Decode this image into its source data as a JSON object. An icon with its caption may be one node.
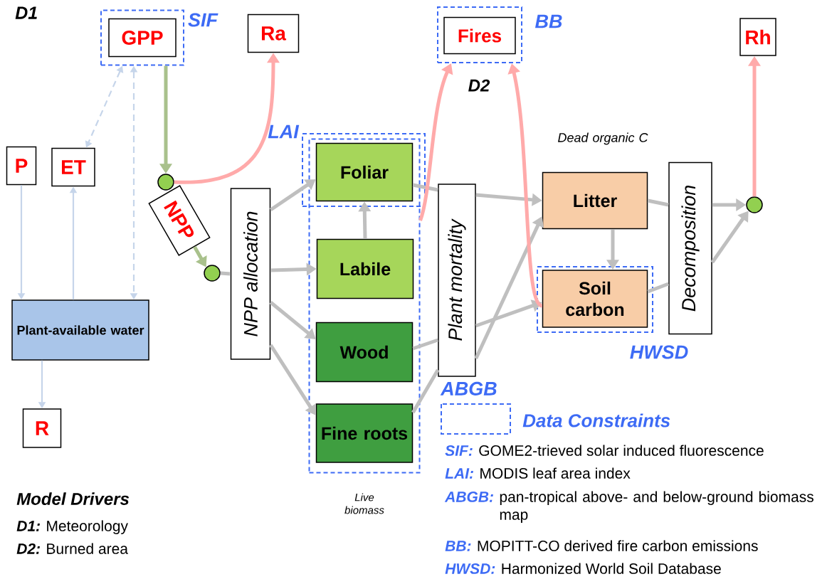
{
  "diagram": {
    "nodes": [
      {
        "text": [],
        "shape": "box",
        "beside": [
          "SIF"
        ]
      },
      {
        "text": [
          "GPP"
        ],
        "in": 0
      },
      {
        "text": [
          "Ra"
        ]
      },
      {
        "text": [
          "P"
        ]
      },
      {
        "text": [
          "ET"
        ]
      },
      {
        "text": [
          "Plant-available water"
        ]
      },
      {
        "text": [
          "R"
        ]
      },
      {
        "text": [
          "NPP"
        ]
      },
      {
        "text": [],
        "shape": "circle"
      },
      {
        "text": [],
        "shape": "circle"
      },
      {
        "text": [
          "NPP allocation"
        ]
      },
      {
        "text": [],
        "shape": "box",
        "beside": [
          "LAI"
        ]
      },
      {
        "text": [],
        "shape": "box",
        "beside": [
          "Live biomass"
        ]
      },
      {
        "text": [
          "Foliar"
        ],
        "in": 11
      },
      {
        "text": [
          "Labile"
        ],
        "in": 12
      },
      {
        "text": [
          "Wood"
        ],
        "in": 12
      },
      {
        "text": [
          "Fine roots"
        ],
        "in": 12
      },
      {
        "text": [
          "Plant mortality"
        ]
      },
      {
        "text": [],
        "shape": "box",
        "beside": [
          "BB",
          "D2"
        ]
      },
      {
        "text": [
          "Fires"
        ],
        "in": 18
      },
      {
        "text": [
          "Litter"
        ],
        "beside": [
          "Dead organic C"
        ]
      },
      {
        "text": [],
        "shape": "box",
        "beside": [
          "HWSD"
        ]
      },
      {
        "text": [
          "Soil carbon"
        ],
        "in": 21
      },
      {
        "text": [
          "Decomposition"
        ]
      },
      {
        "text": [],
        "shape": "circle"
      },
      {
        "text": [
          "Rh"
        ]
      }
    ],
    "edges": [
      {
        "from": 3,
        "to": 5,
        "arrow": "to",
        "color": "#c6d5ea"
      },
      {
        "from": 5,
        "to": 4,
        "arrow": "to",
        "color": "#c6d5ea"
      },
      {
        "from": 0,
        "to": 4,
        "arrow": "both",
        "style": "dashed",
        "color": "#c6d5ea"
      },
      {
        "from": 0,
        "to": 5,
        "arrow": "both",
        "style": "dashed",
        "color": "#c6d5ea"
      },
      {
        "from": 5,
        "to": 6,
        "arrow": "to",
        "color": "#c6d5ea"
      },
      {
        "from": 0,
        "to": 8,
        "arrow": "to",
        "color": "#a9c18c"
      },
      {
        "from": 8,
        "to": 2,
        "arrow": "to",
        "color": "#ffaaaa"
      },
      {
        "from": 7,
        "to": 9,
        "arrow": "to",
        "color": "#a9c18c"
      },
      {
        "from": 9,
        "to": 10,
        "arrow": "none"
      },
      {
        "from": 10,
        "to": 13,
        "arrow": "to"
      },
      {
        "from": 10,
        "to": 14,
        "arrow": "to"
      },
      {
        "from": 10,
        "to": 15,
        "arrow": "to"
      },
      {
        "from": 10,
        "to": 16,
        "arrow": "to"
      },
      {
        "from": 14,
        "to": 13,
        "arrow": "to"
      },
      {
        "from": 13,
        "to": 17,
        "arrow": "none"
      },
      {
        "from": 15,
        "to": 17,
        "arrow": "none"
      },
      {
        "from": 16,
        "to": 17,
        "arrow": "none"
      },
      {
        "from": 17,
        "to": 20,
        "arrow": "to"
      },
      {
        "from": 17,
        "to": 22,
        "arrow": "to"
      },
      {
        "from": 17,
        "to": 20,
        "arrow": "to"
      },
      {
        "from": 20,
        "to": 22,
        "arrow": "to"
      },
      {
        "from": 20,
        "to": 23,
        "arrow": "none"
      },
      {
        "from": 22,
        "to": 23,
        "arrow": "none"
      },
      {
        "from": 23,
        "to": 24,
        "arrow": "to"
      },
      {
        "from": 23,
        "to": 24,
        "arrow": "to"
      },
      {
        "from": 24,
        "to": 25,
        "arrow": "to",
        "color": "#ffaaaa"
      },
      {
        "from": 12,
        "to": 18,
        "arrow": "to",
        "color": "#ffaaaa"
      },
      {
        "from": 22,
        "to": 18,
        "arrow": "to",
        "color": "#ffaaaa"
      }
    ],
    "labels": [
      "D1",
      "ABGB",
      "Model Drivers",
      "D1:",
      "Meteorology",
      "D2:",
      "Burned area",
      "SIF:",
      "GOME2-trieved solar induced fluorescence",
      "LAI:",
      "MODIS leaf area index",
      "ABGB:",
      "pan-tropical above- and below-ground biomass map",
      "BB:",
      "MOPITT-CO derived fire carbon emissions",
      "HWSD:",
      "Harmonized World Soil Database"
    ],
    "legend": [
      {
        "text": "Data Constraints"
      }
    ]
  }
}
